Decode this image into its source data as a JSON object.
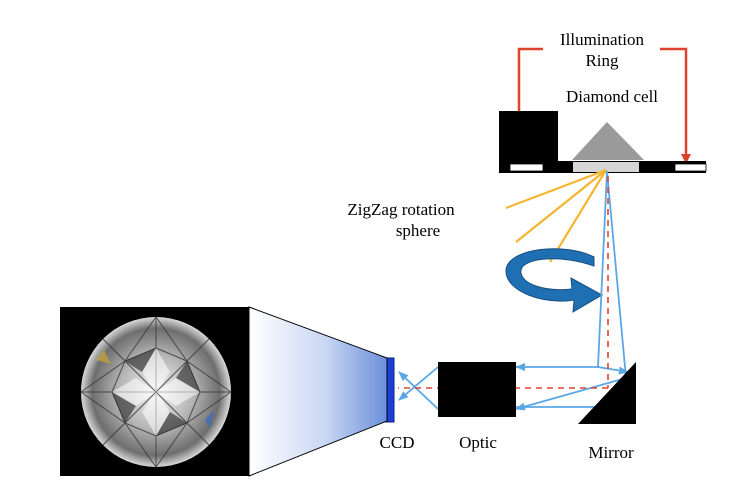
{
  "labels": {
    "illumination_ring_line1": "Illumination",
    "illumination_ring_line2": "Ring",
    "diamond_cell": "Diamond cell",
    "zigzag_line1": "ZigZag rotation",
    "zigzag_line2": "sphere",
    "ccd": "CCD",
    "optic": "Optic",
    "mirror": "Mirror"
  },
  "colors": {
    "illumination_arrow": "#e0432b",
    "light_rays": "#5aa7e6",
    "laser_path": "#e0432b",
    "zigzag_rays": "#f5b52e",
    "rotation_arrow": "#1f6fb3",
    "ccd_sensor": "#1a3fd6",
    "holder": "#000000",
    "diamond_cell": "#9a9a9a",
    "image_frustum": "#b9cdf0"
  },
  "icons": {
    "rotation": "curved-rotation-arrow-icon",
    "gem_photo": "round-brilliant-diamond-icon"
  }
}
